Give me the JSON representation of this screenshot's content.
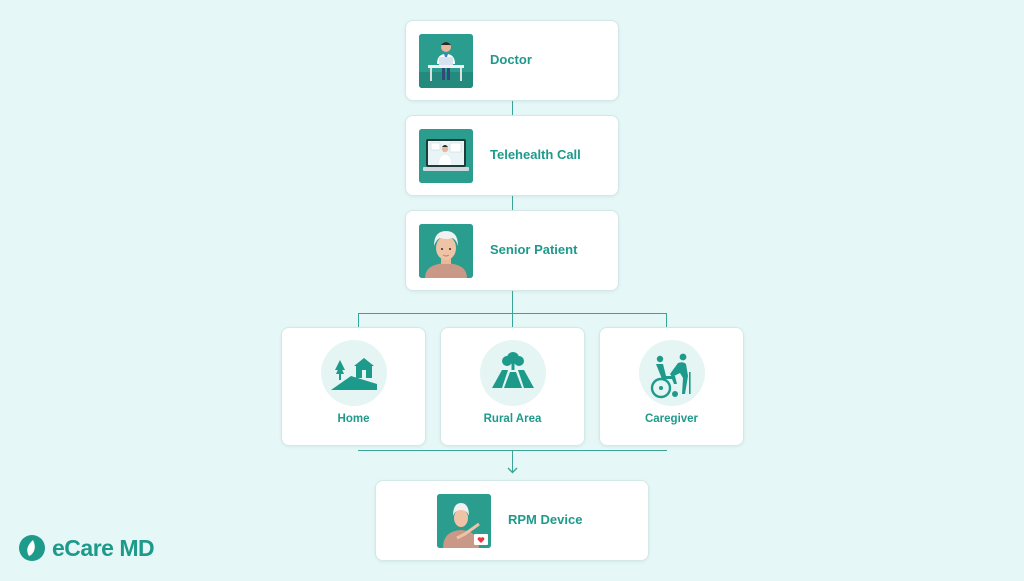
{
  "nodes": {
    "doctor": {
      "label": "Doctor",
      "icon": "doctor-at-desk-icon"
    },
    "telehealth": {
      "label": "Telehealth Call",
      "icon": "telehealth-laptop-icon"
    },
    "patient": {
      "label": "Senior Patient",
      "icon": "senior-patient-icon"
    },
    "home": {
      "label": "Home",
      "icon": "house-icon"
    },
    "rural": {
      "label": "Rural Area",
      "icon": "rural-landscape-icon"
    },
    "caregiver": {
      "label": "Caregiver",
      "icon": "wheelchair-caregiver-icon"
    },
    "rpm": {
      "label": "RPM Device",
      "icon": "rpm-device-icon"
    }
  },
  "brand": {
    "name": "eCare MD"
  },
  "colors": {
    "accent": "#1e9a8b",
    "background": "#e6f7f7",
    "card": "#ffffff",
    "icon_bg": "#2a9d8f"
  }
}
